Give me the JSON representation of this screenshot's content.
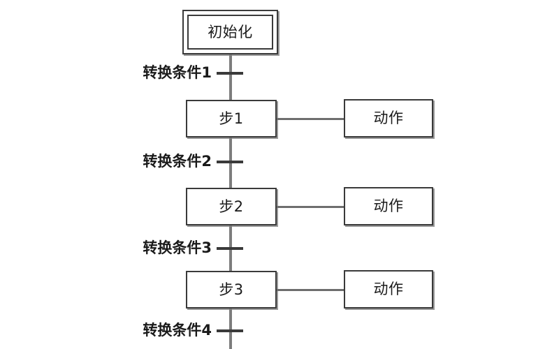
{
  "diagram": {
    "type": "sequential-function-chart",
    "background_color": "#ffffff",
    "line_color": "#7d7d7d",
    "border_color": "#3a3a3a",
    "text_color": "#1a1a1a",
    "initial_step": {
      "label": "初始化"
    },
    "steps": [
      {
        "label": "步1",
        "action_label": "动作"
      },
      {
        "label": "步2",
        "action_label": "动作"
      },
      {
        "label": "步3",
        "action_label": "动作"
      }
    ],
    "transitions": [
      {
        "label": "转换条件1"
      },
      {
        "label": "转换条件2"
      },
      {
        "label": "转换条件3"
      },
      {
        "label": "转换条件4"
      }
    ]
  }
}
